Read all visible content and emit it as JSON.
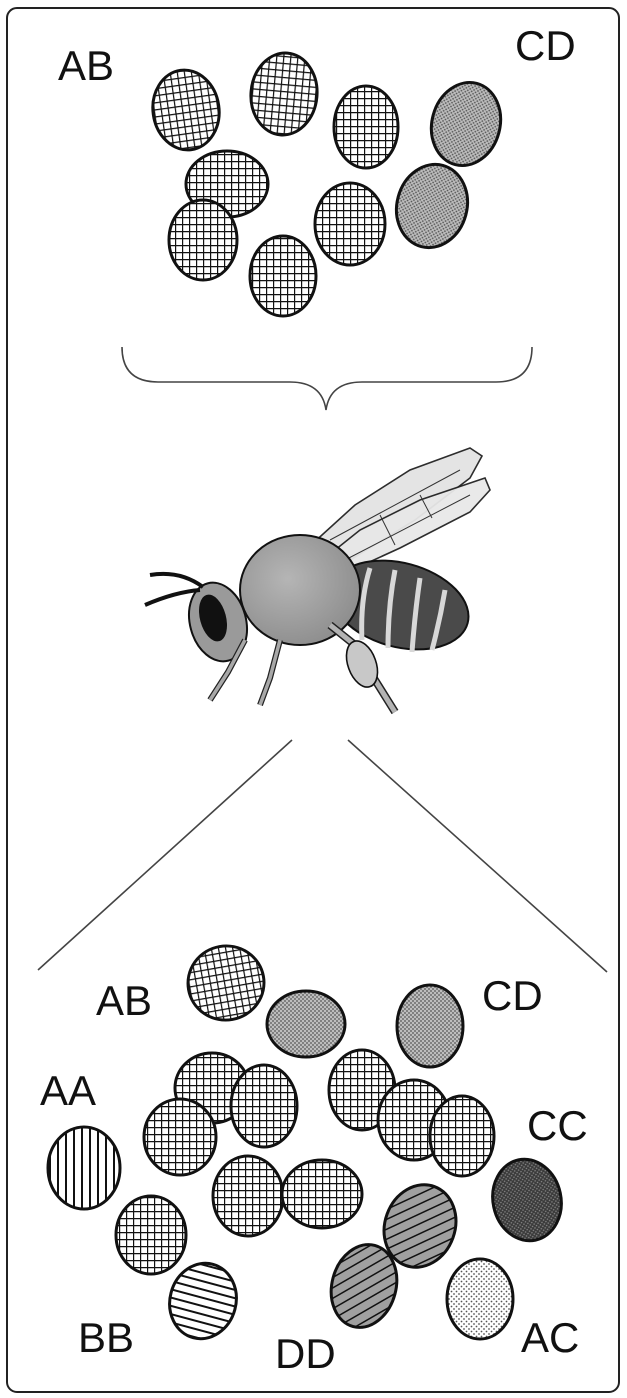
{
  "labels": {
    "top_ab": "AB",
    "top_cd": "CD",
    "bottom_ab": "AB",
    "bottom_cd": "CD",
    "bottom_aa": "AA",
    "bottom_cc": "CC",
    "bottom_bb": "BB",
    "bottom_dd": "DD",
    "bottom_ac": "AC"
  },
  "icons": {
    "bee": "bee-icon",
    "brace": "curly-brace-icon"
  },
  "colors": {
    "stroke": "#111111",
    "light_gray": "#a6a6a6",
    "bee_body": "#9a9a9a",
    "bee_stripes": "#4a4a4a"
  }
}
